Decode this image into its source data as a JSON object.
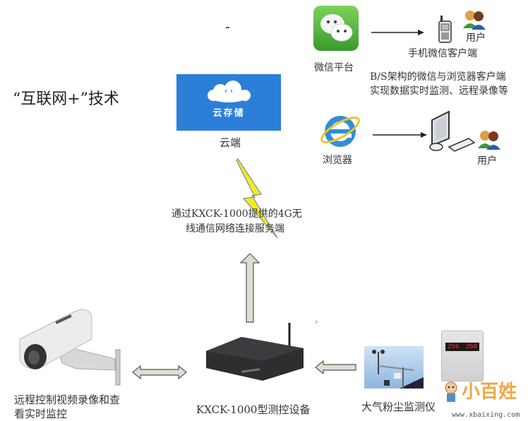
{
  "heading": "“互联网+”技术",
  "cloud": {
    "badge_text": "云存储",
    "label": "云端",
    "color": "#2b7fd8"
  },
  "wechat": {
    "label": "微信平台",
    "color": "#4caf50"
  },
  "mobile_client": {
    "user_label": "用户",
    "label": "手机微信客户端"
  },
  "description": {
    "line1": "B/S架构的微信与浏览器客户端",
    "line2": "实现数据实时监测、远程录像等"
  },
  "browser": {
    "label": "浏览器"
  },
  "pc_client": {
    "user_label": "用户"
  },
  "network_text": {
    "line1": "通过KXCK-1000提供的4G无",
    "line2": "线通信网络连接服务端"
  },
  "camera": {
    "line1": "远程控制视频录像和查",
    "line2": "看实时监控"
  },
  "device": {
    "label": "KXCK-1000型测控设备"
  },
  "dust_monitor": {
    "label": "大气粉尘监测仪",
    "display_value_1": "256",
    "display_value_2": "268"
  },
  "watermark": {
    "brand": "小百姓",
    "url": "www.xbaixing.com"
  },
  "arrow_color": "#dcdfd0"
}
